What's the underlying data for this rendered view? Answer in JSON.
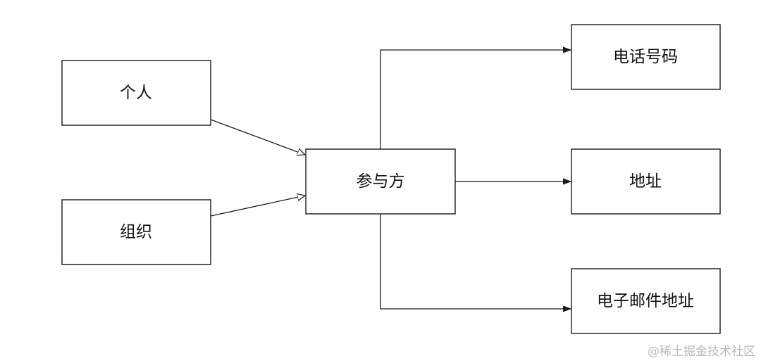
{
  "nodes": {
    "individual": "个人",
    "organization": "组织",
    "party": "参与方",
    "phone": "电话号码",
    "address": "地址",
    "email": "电子邮件地址"
  },
  "edges": [
    {
      "from": "individual",
      "to": "party",
      "type": "generalization"
    },
    {
      "from": "organization",
      "to": "party",
      "type": "generalization"
    },
    {
      "from": "party",
      "to": "phone",
      "type": "association"
    },
    {
      "from": "party",
      "to": "address",
      "type": "association"
    },
    {
      "from": "party",
      "to": "email",
      "type": "association"
    }
  ],
  "watermark": "@稀土掘金技术社区"
}
